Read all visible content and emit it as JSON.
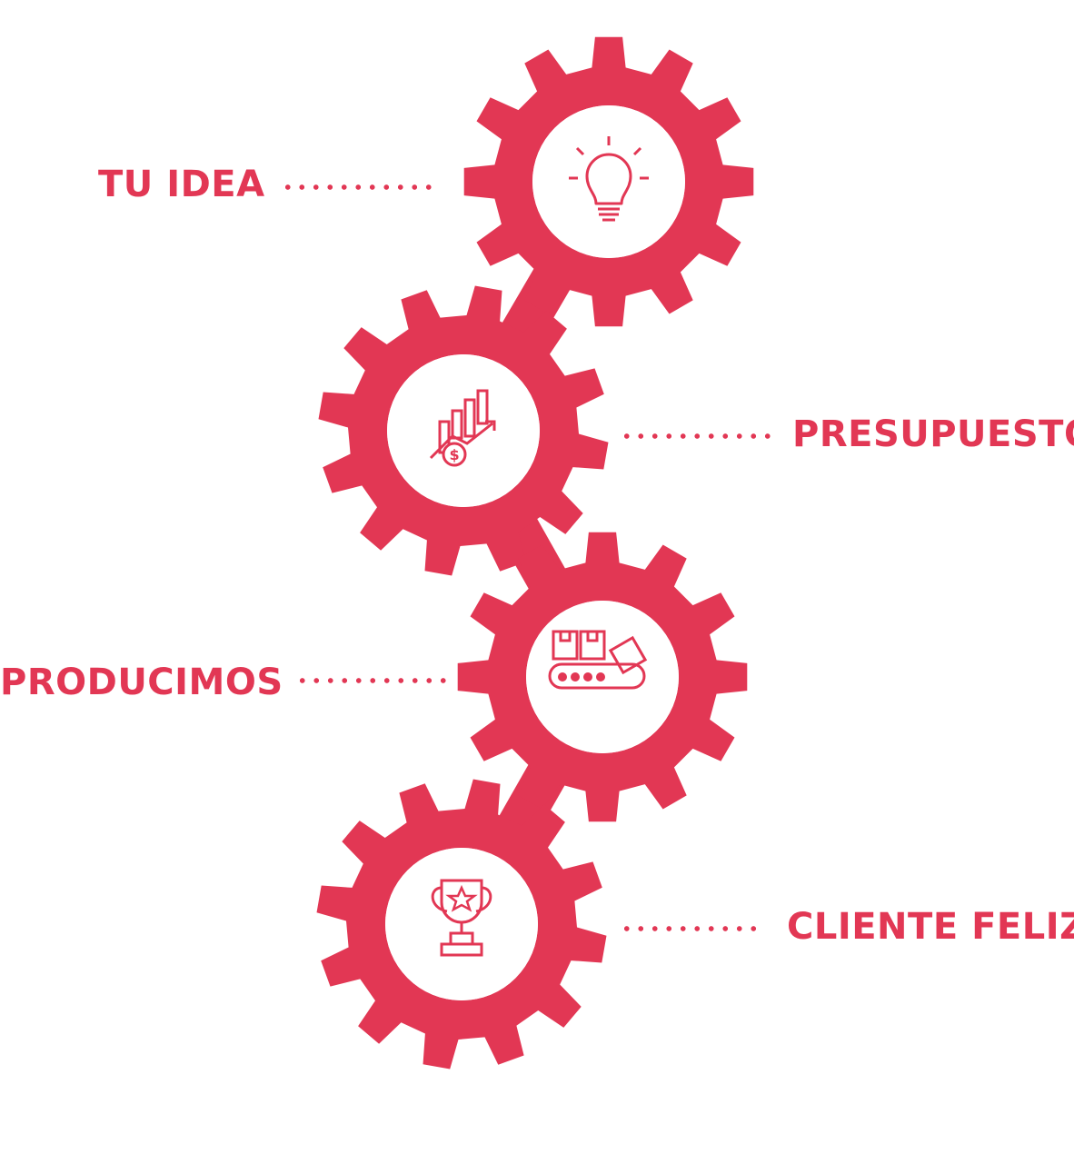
{
  "colors": {
    "accent": "#e23754",
    "background": "#ffffff"
  },
  "steps": [
    {
      "label": "TU IDEA",
      "icon": "lightbulb-icon"
    },
    {
      "label": "PRESUPUESTO",
      "icon": "growth-chart-dollar-icon"
    },
    {
      "label": "PRODUCIMOS",
      "icon": "conveyor-belt-boxes-icon"
    },
    {
      "label": "CLIENTE FELIZ",
      "icon": "trophy-star-icon"
    }
  ]
}
